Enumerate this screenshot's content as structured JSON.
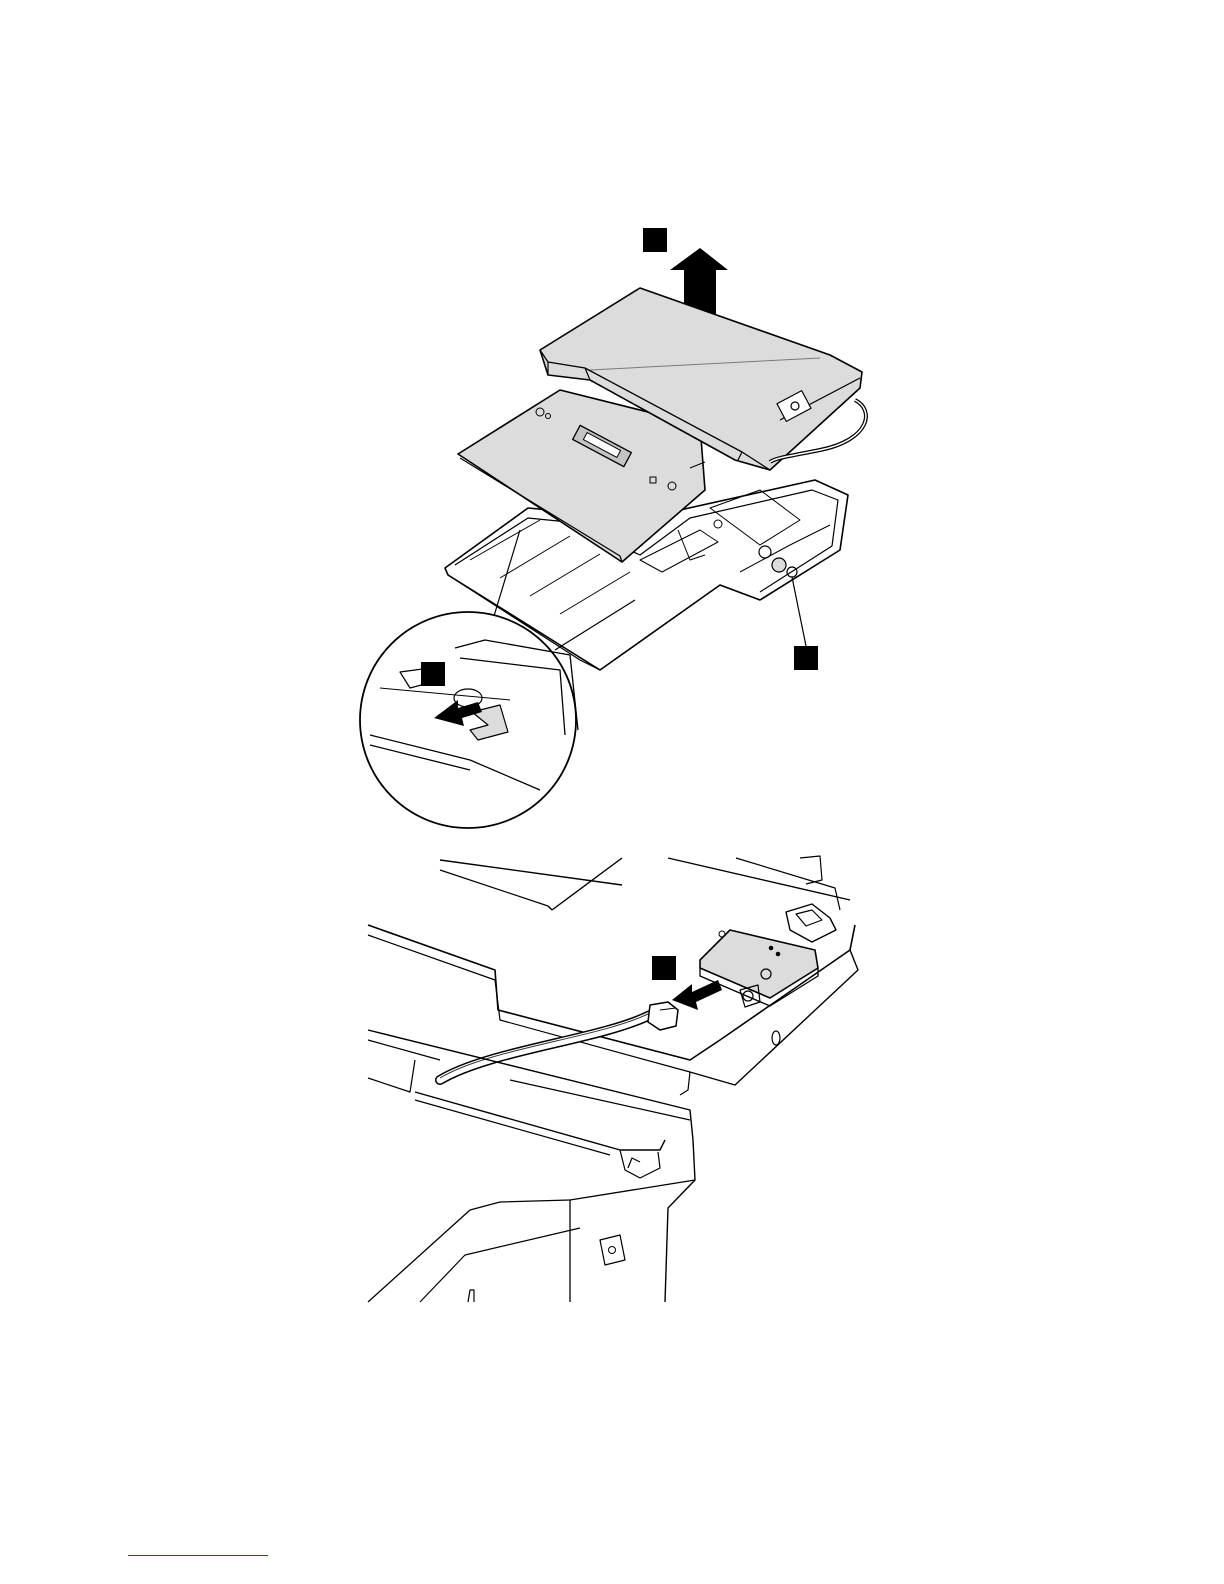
{
  "page": {
    "figures": [
      {
        "name": "dock-removal",
        "callouts": [
          {
            "arrow": "up"
          },
          {
            "arrow": "none"
          },
          {
            "arrow": "left"
          }
        ]
      },
      {
        "name": "cable-disconnect",
        "callouts": [
          {
            "arrow": "left"
          }
        ]
      }
    ],
    "colors": {
      "line": "#000000",
      "fill_gray": "#dcdcdc",
      "fill_dark": "#c4c4c4",
      "link": "#1f3fb3"
    }
  }
}
